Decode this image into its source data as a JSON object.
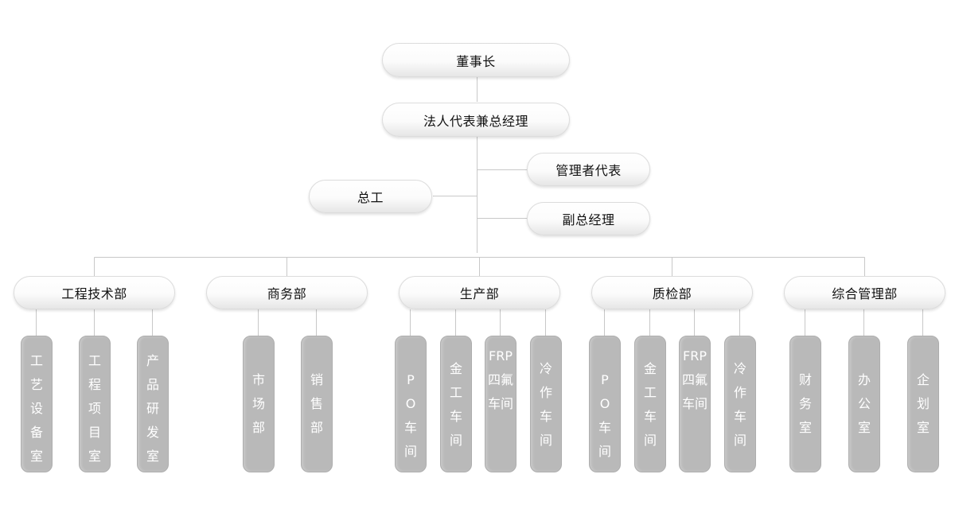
{
  "top": {
    "chairman": "董事长",
    "gm": "法人代表兼总经理",
    "chief_engineer": "总工",
    "mgmt_rep": "管理者代表",
    "deputy_gm": "副总经理"
  },
  "departments": [
    {
      "name": "工程技术部",
      "units": [
        "工艺设备室",
        "工程项目室",
        "产品研发室"
      ]
    },
    {
      "name": "商务部",
      "units": [
        "市场部",
        "销售部"
      ]
    },
    {
      "name": "生产部",
      "units": [
        "PO车间",
        "金工车间",
        "FRP四氟车间",
        "冷作车间"
      ]
    },
    {
      "name": "质检部",
      "units": [
        "PO车间",
        "金工车间",
        "FRP四氟车间",
        "冷作车间"
      ]
    },
    {
      "name": "综合管理部",
      "units": [
        "财务室",
        "办公室",
        "企划室"
      ]
    }
  ]
}
